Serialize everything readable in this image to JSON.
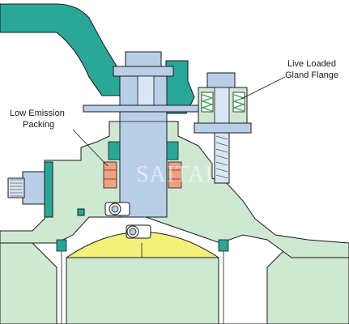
{
  "labels": {
    "live_loaded_line1": "Live Loaded",
    "live_loaded_line2": "Gland Flange",
    "low_emission_line1": "Low Emission",
    "low_emission_line2": "Packing"
  },
  "watermark": "SAITAI",
  "colors": {
    "body_green": "#cfe8d2",
    "handle_teal": "#2aa796",
    "stem_blue": "#b9cfe8",
    "ball_yellow": "#f4f07a",
    "packing_salmon": "#f0a080",
    "spring_green": "#3aa35a",
    "outline": "#1a1a1a"
  }
}
